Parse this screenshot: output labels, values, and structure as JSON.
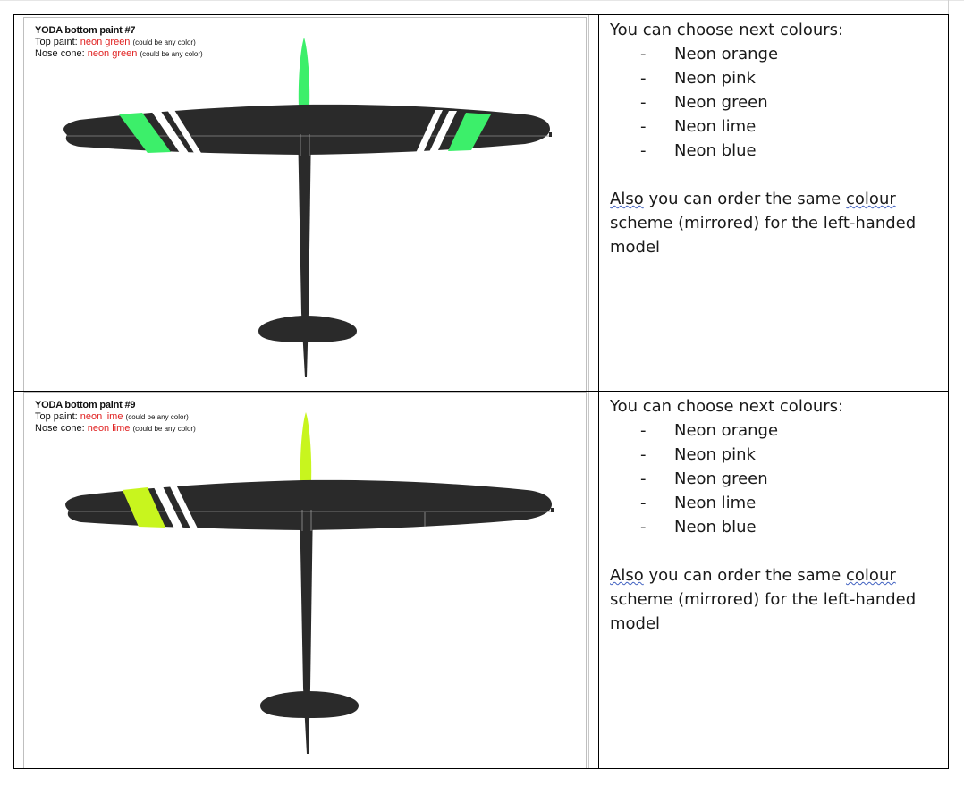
{
  "rows": [
    {
      "caption": {
        "title": "YODA bottom paint #7",
        "top_label": "Top paint: ",
        "top_color": "neon green",
        "top_note": "(could be any color)",
        "nose_label": "Nose cone: ",
        "nose_color": "neon green",
        "nose_note": "(could be any color)"
      },
      "accent": "#3cef6a",
      "heading": "You can choose next colours:",
      "colours": [
        "Neon orange",
        "Neon pink",
        "Neon green",
        "Neon lime",
        "Neon blue"
      ],
      "note_word1": "Also",
      "note_mid": " you can order the same ",
      "note_word2": "colour",
      "note_rest": " scheme (mirrored) for the left-handed model"
    },
    {
      "caption": {
        "title": "YODA bottom paint #9",
        "top_label": "Top paint: ",
        "top_color": "neon lime",
        "top_note": "(could be any color)",
        "nose_label": "Nose cone: ",
        "nose_color": "neon lime",
        "nose_note": "(could be any color)"
      },
      "accent": "#c8f51e",
      "heading": "You can choose next colours:",
      "colours": [
        "Neon orange",
        "Neon pink",
        "Neon green",
        "Neon lime",
        "Neon blue"
      ],
      "note_word1": "Also",
      "note_mid": " you can order the same ",
      "note_word2": "colour",
      "note_rest": " scheme (mirrored) for the left-handed model"
    }
  ]
}
